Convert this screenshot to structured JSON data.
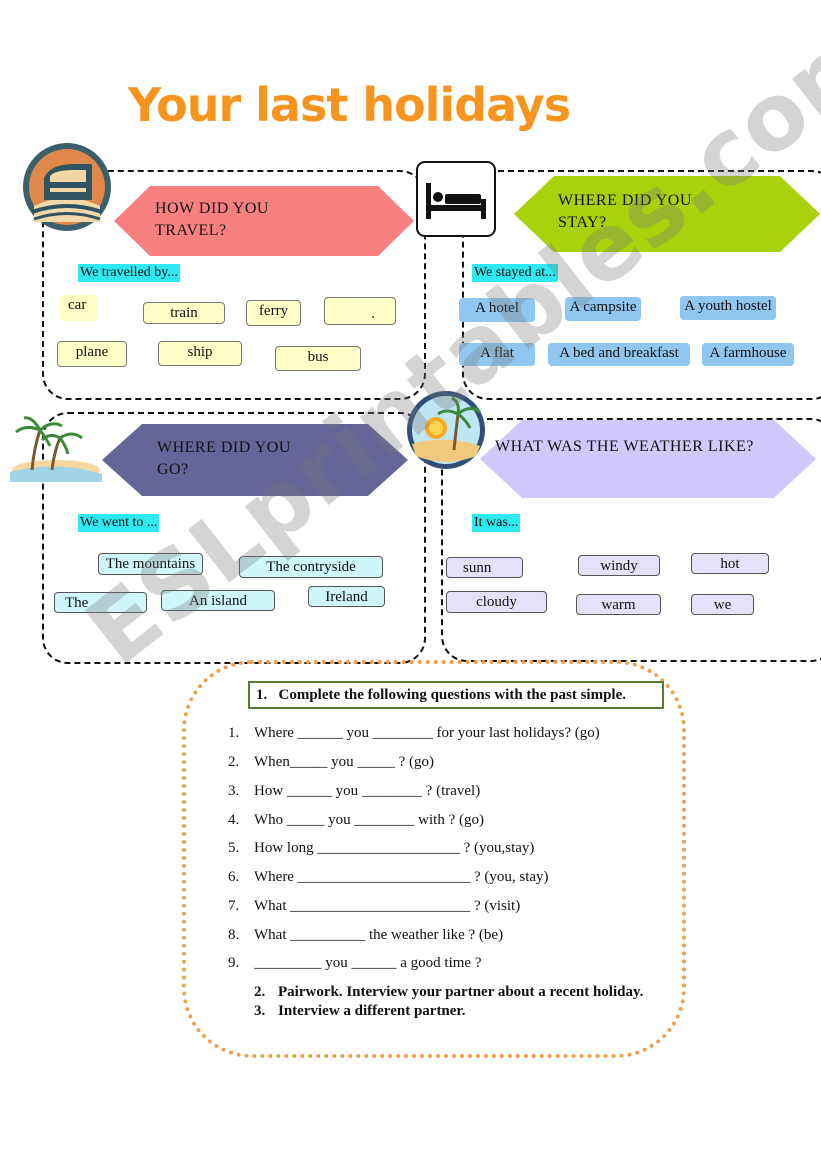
{
  "title": "Your last holidays",
  "colors": {
    "title": "#f7941d",
    "banner_travel": "#f98080",
    "banner_stay": "#a9d10c",
    "banner_go": "#656598",
    "banner_weather": "#d1c8fb",
    "highlight": "#2ee8f2",
    "exercise_border": "#f0a04b"
  },
  "icons": [
    "train-icon",
    "bed-icon",
    "beach-palm-icon",
    "sun-palm-icon"
  ],
  "travel": {
    "heading_line1": "HOW DID YOU",
    "heading_line2": "TRAVEL?",
    "prompt": "We travelled by...",
    "options": [
      "car",
      "train",
      "ferry",
      ".",
      "plane",
      "ship",
      "bus"
    ]
  },
  "stay": {
    "heading_line1": "WHERE DID YOU",
    "heading_line2": "STAY?",
    "prompt": "We stayed at...",
    "options": [
      "A hotel",
      "A campsite",
      "A youth hostel",
      "A flat",
      "A bed and breakfast",
      "A farmhouse"
    ]
  },
  "go": {
    "heading_line1": "WHERE DID YOU",
    "heading_line2": "GO?",
    "prompt": "We went to ...",
    "options": [
      "The mountains",
      "The contryside",
      "The",
      "An island",
      "Ireland"
    ]
  },
  "weather": {
    "heading": "WHAT WAS THE WEATHER LIKE?",
    "prompt": "It was...",
    "options": [
      "sunn",
      "windy",
      "hot",
      "cloudy",
      "warm",
      "we"
    ]
  },
  "exercise": {
    "task1_number": "1.",
    "task1": "Complete the following questions with the past simple.",
    "questions": [
      {
        "n": "1.",
        "text": "Where ______ you ________  for your last holidays? (go)"
      },
      {
        "n": "2.",
        "text": "When_____  you _____  ? (go)"
      },
      {
        "n": "3.",
        "text": "How ______ you ________ ? (travel)"
      },
      {
        "n": "4.",
        "text": "Who _____ you ________ with ? (go)"
      },
      {
        "n": "5.",
        "text": "How long ___________________  ? (you,stay)"
      },
      {
        "n": "6.",
        "text": "Where _______________________ ? (you, stay)"
      },
      {
        "n": "7.",
        "text": "What ________________________ ? (visit)"
      },
      {
        "n": "8.",
        "text": "What __________ the weather like ? (be)"
      },
      {
        "n": "9.",
        "text": "_________  you ______  a good time ?"
      }
    ],
    "task2_number": "2.",
    "task2": "Pairwork. Interview your partner about a recent holiday.",
    "task3_number": "3.",
    "task3": "Interview a different partner."
  },
  "watermark": "ESLprintables.com"
}
